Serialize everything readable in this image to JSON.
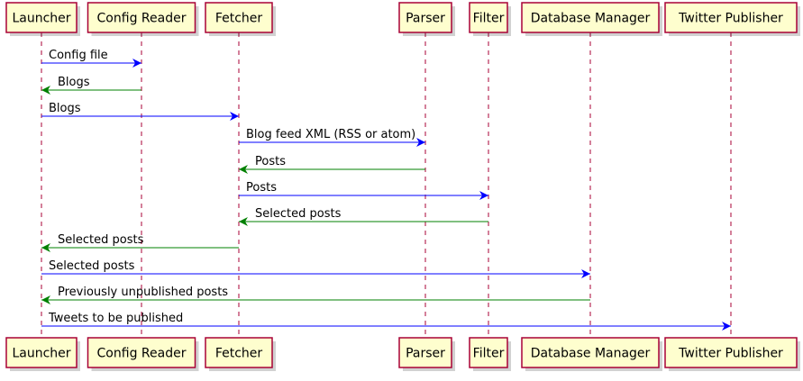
{
  "colors": {
    "participant_fill": "#FEFECE",
    "participant_border": "#A80036",
    "lifeline": "#A80036",
    "request": "#0000FF",
    "response": "#008000"
  },
  "participants": [
    {
      "id": "launcher",
      "label": "Launcher"
    },
    {
      "id": "config-reader",
      "label": "Config Reader"
    },
    {
      "id": "fetcher",
      "label": "Fetcher"
    },
    {
      "id": "parser",
      "label": "Parser"
    },
    {
      "id": "filter",
      "label": "Filter"
    },
    {
      "id": "database-manager",
      "label": "Database Manager"
    },
    {
      "id": "twitter-publisher",
      "label": "Twitter Publisher"
    }
  ],
  "messages": [
    {
      "from": 0,
      "to": 1,
      "label": "Config file",
      "kind": "request"
    },
    {
      "from": 1,
      "to": 0,
      "label": "Blogs",
      "kind": "response"
    },
    {
      "from": 0,
      "to": 2,
      "label": "Blogs",
      "kind": "request"
    },
    {
      "from": 2,
      "to": 3,
      "label": "Blog feed XML (RSS or atom)",
      "kind": "request"
    },
    {
      "from": 3,
      "to": 2,
      "label": "Posts",
      "kind": "response"
    },
    {
      "from": 2,
      "to": 4,
      "label": "Posts",
      "kind": "request"
    },
    {
      "from": 4,
      "to": 2,
      "label": "Selected posts",
      "kind": "response"
    },
    {
      "from": 2,
      "to": 0,
      "label": "Selected posts",
      "kind": "response"
    },
    {
      "from": 0,
      "to": 5,
      "label": "Selected posts",
      "kind": "request"
    },
    {
      "from": 5,
      "to": 0,
      "label": "Previously unpublished posts",
      "kind": "response"
    },
    {
      "from": 0,
      "to": 6,
      "label": "Tweets to be published",
      "kind": "request"
    }
  ]
}
